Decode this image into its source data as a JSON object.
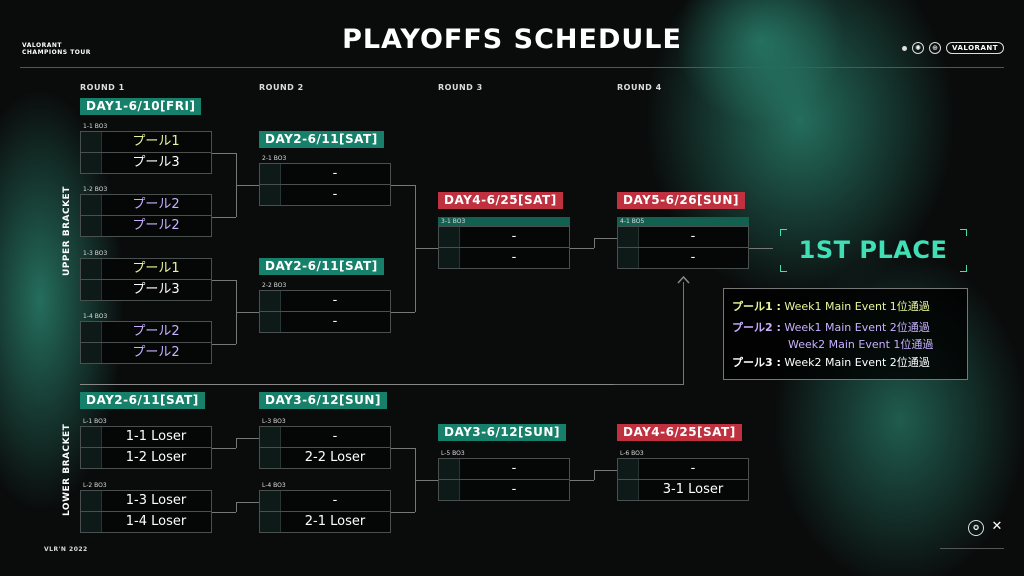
{
  "header": {
    "title": "PLAYOFFS SCHEDULE",
    "brand_left_1": "VALORANT",
    "brand_left_2": "CHAMPIONS TOUR",
    "brand_right": "VALORANT"
  },
  "rounds": [
    "ROUND 1",
    "ROUND 2",
    "ROUND 3",
    "ROUND 4"
  ],
  "brackets": {
    "upper": "UPPER BRACKET",
    "lower": "LOWER BRACKET"
  },
  "days": {
    "r1_upper": "DAY1-6/10[FRI]",
    "r2_upper_a": "DAY2-6/11[SAT]",
    "r2_upper_b": "DAY2-6/11[SAT]",
    "r3_upper": "DAY4-6/25[SAT]",
    "r4_final": "DAY5-6/26[SUN]",
    "r1_lower": "DAY2-6/11[SAT]",
    "r2_lower": "DAY3-6/12[SUN]",
    "r3_lower": "DAY3-6/12[SUN]",
    "r4_lower": "DAY4-6/25[SAT]"
  },
  "matches": {
    "m11": {
      "label": "1-1 BO3",
      "t1": "プール1",
      "t2": "プール3"
    },
    "m12": {
      "label": "1-2 BO3",
      "t1": "プール2",
      "t2": "プール2"
    },
    "m13": {
      "label": "1-3 BO3",
      "t1": "プール1",
      "t2": "プール3"
    },
    "m14": {
      "label": "1-4 BO3",
      "t1": "プール2",
      "t2": "プール2"
    },
    "m21": {
      "label": "2-1 BO3",
      "t1": "-",
      "t2": "-"
    },
    "m22": {
      "label": "2-2 BO3",
      "t1": "-",
      "t2": "-"
    },
    "m31": {
      "label": "3-1 BO3",
      "t1": "-",
      "t2": "-"
    },
    "m41": {
      "label": "4-1 BO5",
      "t1": "-",
      "t2": "-"
    },
    "l1": {
      "label": "L-1 BO3",
      "t1": "1-1 Loser",
      "t2": "1-2 Loser"
    },
    "l2": {
      "label": "L-2 BO3",
      "t1": "1-3 Loser",
      "t2": "1-4 Loser"
    },
    "l3": {
      "label": "L-3 BO3",
      "t1": "-",
      "t2": "2-2 Loser"
    },
    "l4": {
      "label": "L-4 BO3",
      "t1": "-",
      "t2": "2-1 Loser"
    },
    "l5": {
      "label": "L-5 BO3",
      "t1": "-",
      "t2": "-"
    },
    "l6": {
      "label": "L-6 BO3",
      "t1": "-",
      "t2": "3-1 Loser"
    }
  },
  "first_place": "1ST PLACE",
  "legend": {
    "p1_key": "プール1 :",
    "p1_val": "Week1 Main Event 1位通過",
    "p2_key": "プール2 :",
    "p2_val1": "Week1 Main Event 2位通過",
    "p2_val2": "Week2 Main Event 1位通過",
    "p3_key": "プール3 :",
    "p3_val": "Week2 Main Event 2位通過"
  },
  "footer": {
    "left": "VLR'N 2022"
  },
  "colors": {
    "teal": "#17806a",
    "red": "#c0313f",
    "pool1": "#e8f79a",
    "pool2": "#c8b0ff",
    "accent": "#3fe0b6"
  }
}
